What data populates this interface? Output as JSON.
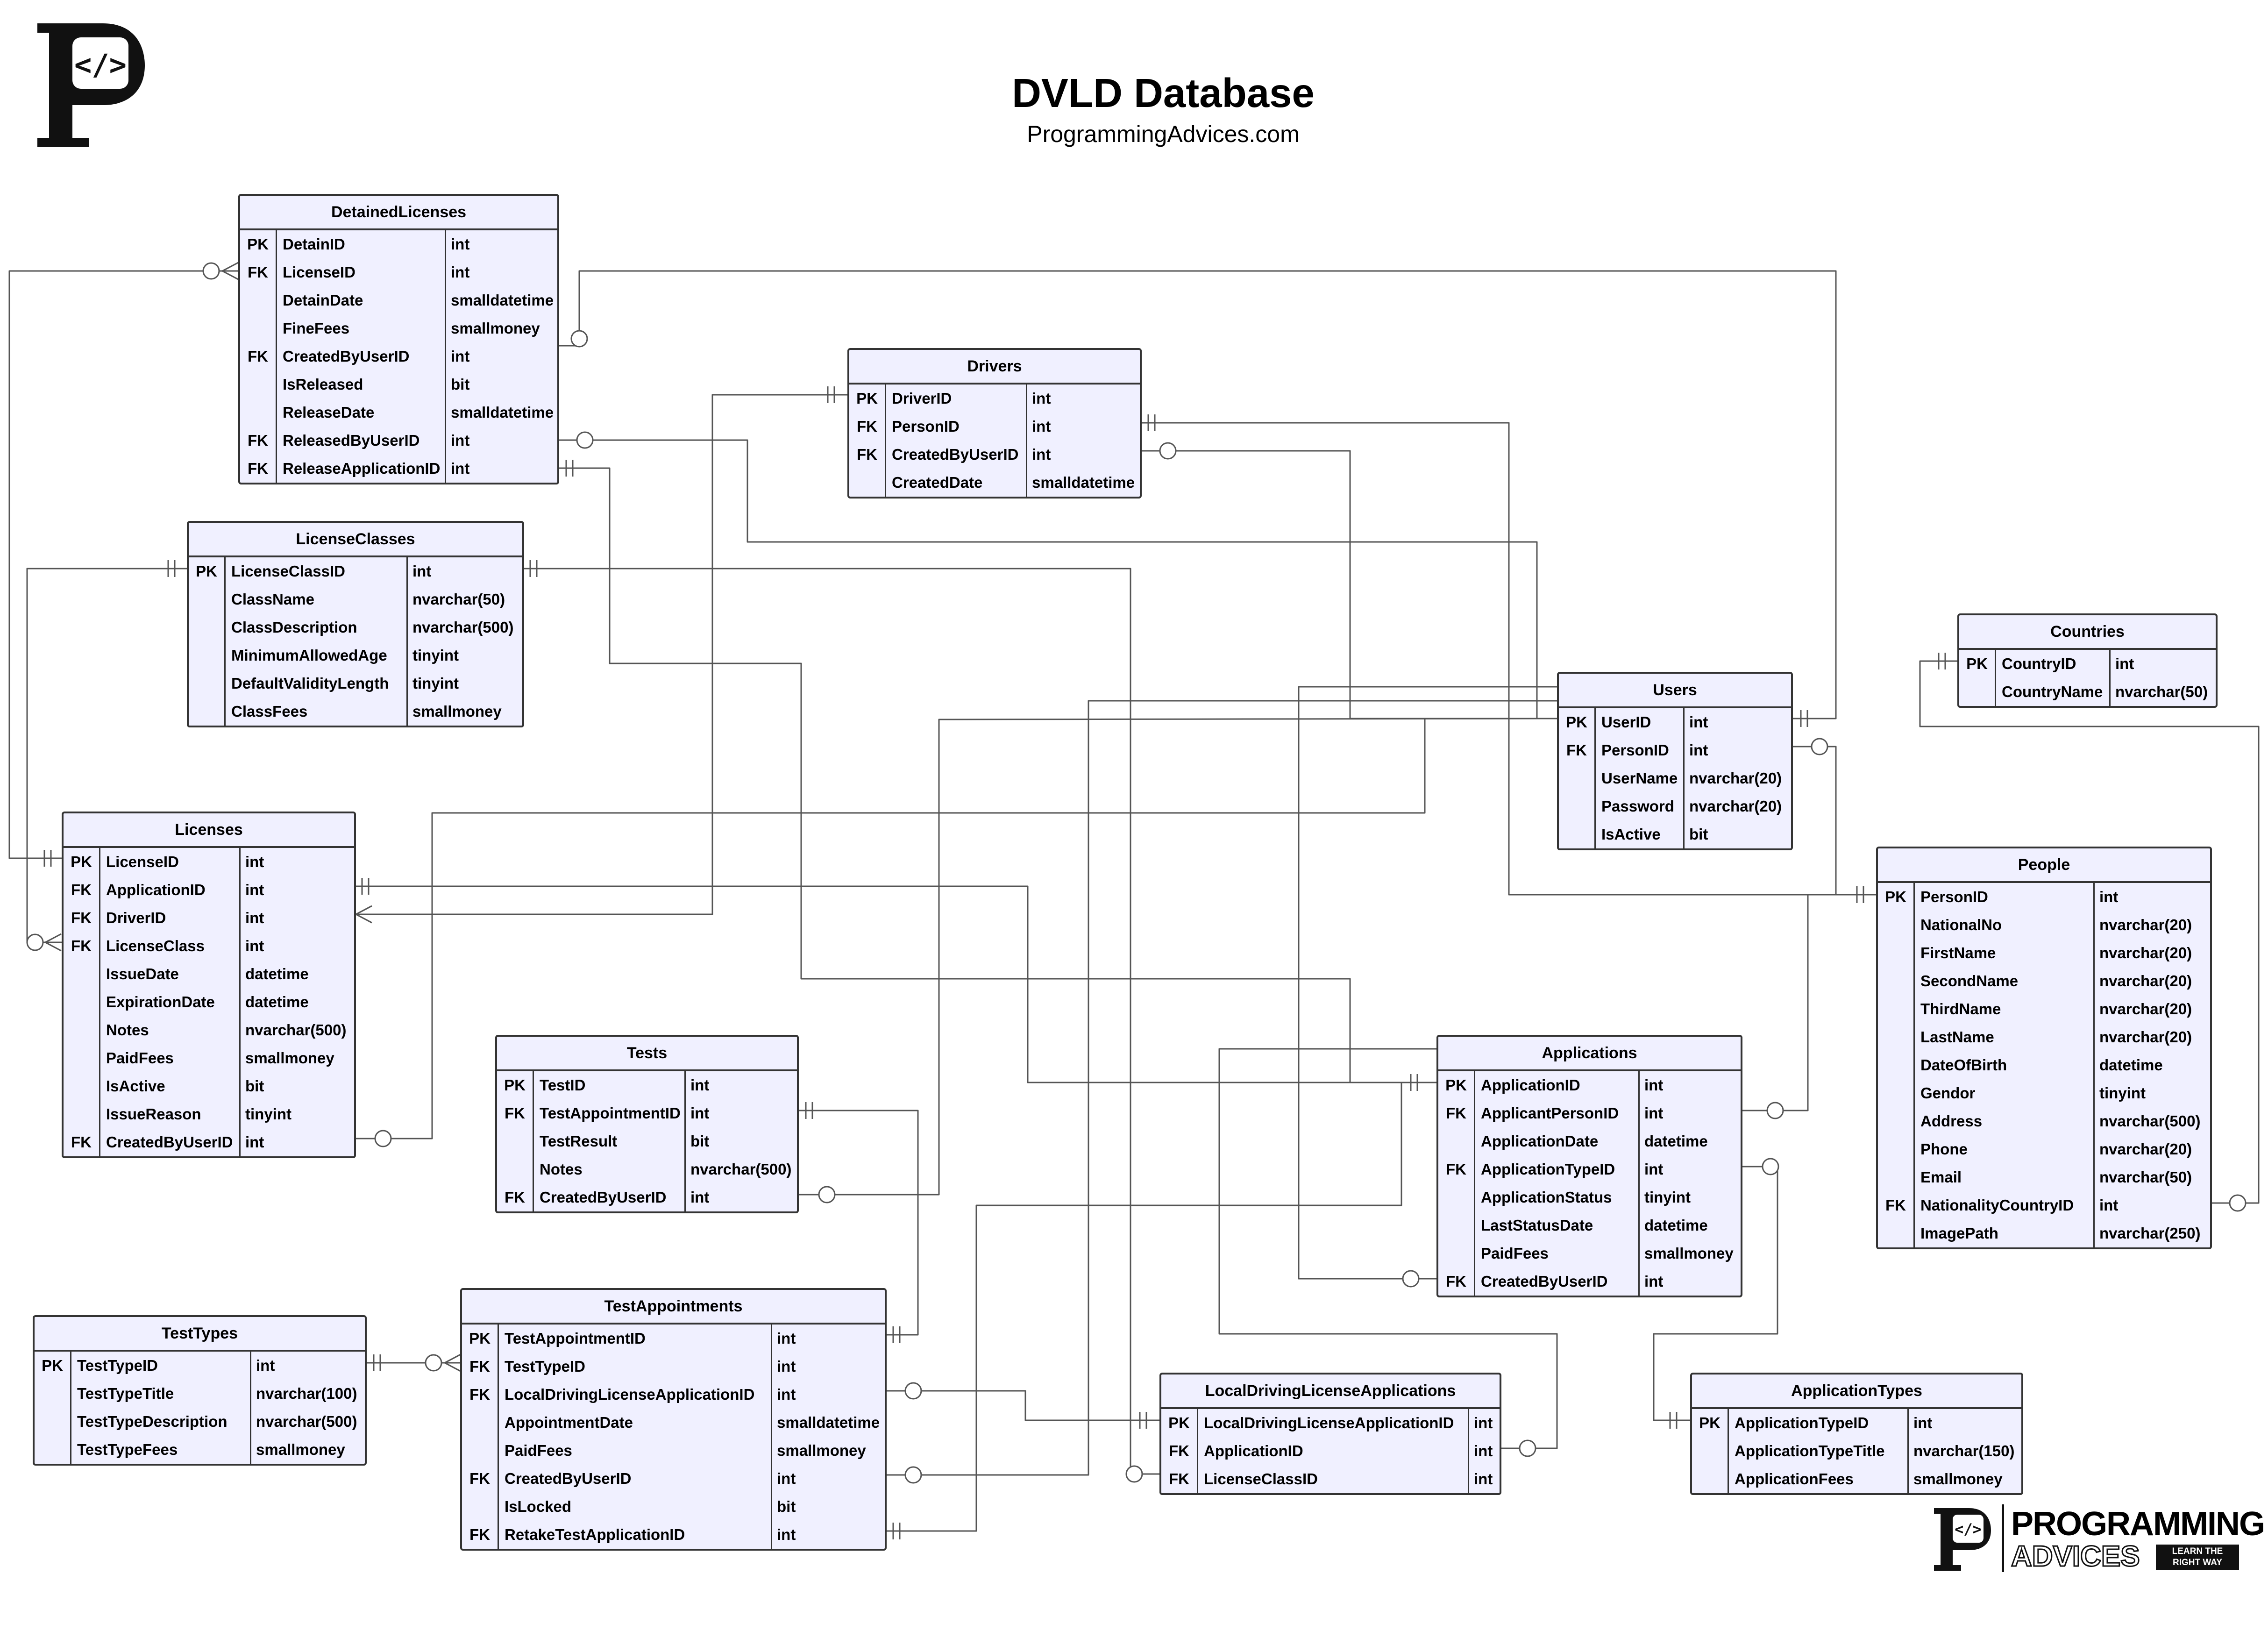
{
  "header": {
    "title": "DVLD Database",
    "subtitle": "ProgrammingAdvices.com"
  },
  "logos": {
    "top_glyph": "P",
    "bottom_brand_line1": "PROGRAMMING",
    "bottom_brand_line2": "ADVICES",
    "bottom_tagline": "LEARN THE RIGHT WAY"
  },
  "colors": {
    "entity_fill": "#f0f0ff",
    "border": "#333333",
    "line": "#555555"
  },
  "entities": {
    "detainedlicenses": {
      "title": "DetainedLicenses",
      "rows": [
        {
          "key": "PK",
          "name": "DetainID",
          "type": "int"
        },
        {
          "key": "FK",
          "name": "LicenseID",
          "type": "int"
        },
        {
          "key": "",
          "name": "DetainDate",
          "type": "smalldatetime"
        },
        {
          "key": "",
          "name": "FineFees",
          "type": "smallmoney"
        },
        {
          "key": "FK",
          "name": "CreatedByUserID",
          "type": "int"
        },
        {
          "key": "",
          "name": "IsReleased",
          "type": "bit"
        },
        {
          "key": "",
          "name": "ReleaseDate",
          "type": "smalldatetime"
        },
        {
          "key": "FK",
          "name": "ReleasedByUserID",
          "type": "int"
        },
        {
          "key": "FK",
          "name": "ReleaseApplicationID",
          "type": "int"
        }
      ]
    },
    "drivers": {
      "title": "Drivers",
      "rows": [
        {
          "key": "PK",
          "name": "DriverID",
          "type": "int"
        },
        {
          "key": "FK",
          "name": "PersonID",
          "type": "int"
        },
        {
          "key": "FK",
          "name": "CreatedByUserID",
          "type": "int"
        },
        {
          "key": "",
          "name": "CreatedDate",
          "type": "smalldatetime"
        }
      ]
    },
    "licenseclasses": {
      "title": "LicenseClasses",
      "rows": [
        {
          "key": "PK",
          "name": "LicenseClassID",
          "type": "int"
        },
        {
          "key": "",
          "name": "ClassName",
          "type": "nvarchar(50)"
        },
        {
          "key": "",
          "name": "ClassDescription",
          "type": "nvarchar(500)"
        },
        {
          "key": "",
          "name": "MinimumAllowedAge",
          "type": "tinyint"
        },
        {
          "key": "",
          "name": "DefaultValidityLength",
          "type": "tinyint"
        },
        {
          "key": "",
          "name": "ClassFees",
          "type": "smallmoney"
        }
      ]
    },
    "users": {
      "title": "Users",
      "rows": [
        {
          "key": "PK",
          "name": "UserID",
          "type": "int"
        },
        {
          "key": "FK",
          "name": "PersonID",
          "type": "int"
        },
        {
          "key": "",
          "name": "UserName",
          "type": "nvarchar(20)"
        },
        {
          "key": "",
          "name": "Password",
          "type": "nvarchar(20)"
        },
        {
          "key": "",
          "name": "IsActive",
          "type": "bit"
        }
      ]
    },
    "countries": {
      "title": "Countries",
      "rows": [
        {
          "key": "PK",
          "name": "CountryID",
          "type": "int"
        },
        {
          "key": "",
          "name": "CountryName",
          "type": "nvarchar(50)"
        }
      ]
    },
    "licenses": {
      "title": "Licenses",
      "rows": [
        {
          "key": "PK",
          "name": "LicenseID",
          "type": "int"
        },
        {
          "key": "FK",
          "name": "ApplicationID",
          "type": "int"
        },
        {
          "key": "FK",
          "name": "DriverID",
          "type": "int"
        },
        {
          "key": "FK",
          "name": "LicenseClass",
          "type": "int"
        },
        {
          "key": "",
          "name": "IssueDate",
          "type": "datetime"
        },
        {
          "key": "",
          "name": "ExpirationDate",
          "type": "datetime"
        },
        {
          "key": "",
          "name": "Notes",
          "type": "nvarchar(500)"
        },
        {
          "key": "",
          "name": "PaidFees",
          "type": "smallmoney"
        },
        {
          "key": "",
          "name": "IsActive",
          "type": "bit"
        },
        {
          "key": "",
          "name": "IssueReason",
          "type": "tinyint"
        },
        {
          "key": "FK",
          "name": "CreatedByUserID",
          "type": "int"
        }
      ]
    },
    "people": {
      "title": "People",
      "rows": [
        {
          "key": "PK",
          "name": "PersonID",
          "type": "int"
        },
        {
          "key": "",
          "name": "NationalNo",
          "type": "nvarchar(20)"
        },
        {
          "key": "",
          "name": "FirstName",
          "type": "nvarchar(20)"
        },
        {
          "key": "",
          "name": "SecondName",
          "type": "nvarchar(20)"
        },
        {
          "key": "",
          "name": "ThirdName",
          "type": "nvarchar(20)"
        },
        {
          "key": "",
          "name": "LastName",
          "type": "nvarchar(20)"
        },
        {
          "key": "",
          "name": "DateOfBirth",
          "type": "datetime"
        },
        {
          "key": "",
          "name": "Gendor",
          "type": "tinyint"
        },
        {
          "key": "",
          "name": "Address",
          "type": "nvarchar(500)"
        },
        {
          "key": "",
          "name": "Phone",
          "type": "nvarchar(20)"
        },
        {
          "key": "",
          "name": "Email",
          "type": "nvarchar(50)"
        },
        {
          "key": "FK",
          "name": "NationalityCountryID",
          "type": "int"
        },
        {
          "key": "",
          "name": "ImagePath",
          "type": "nvarchar(250)"
        }
      ]
    },
    "tests": {
      "title": "Tests",
      "rows": [
        {
          "key": "PK",
          "name": "TestID",
          "type": "int"
        },
        {
          "key": "FK",
          "name": "TestAppointmentID",
          "type": "int"
        },
        {
          "key": "",
          "name": "TestResult",
          "type": "bit"
        },
        {
          "key": "",
          "name": "Notes",
          "type": "nvarchar(500)"
        },
        {
          "key": "FK",
          "name": "CreatedByUserID",
          "type": "int"
        }
      ]
    },
    "applications": {
      "title": "Applications",
      "rows": [
        {
          "key": "PK",
          "name": "ApplicationID",
          "type": "int"
        },
        {
          "key": "FK",
          "name": "ApplicantPersonID",
          "type": "int"
        },
        {
          "key": "",
          "name": "ApplicationDate",
          "type": "datetime"
        },
        {
          "key": "FK",
          "name": "ApplicationTypeID",
          "type": "int"
        },
        {
          "key": "",
          "name": "ApplicationStatus",
          "type": "tinyint"
        },
        {
          "key": "",
          "name": "LastStatusDate",
          "type": "datetime"
        },
        {
          "key": "",
          "name": "PaidFees",
          "type": "smallmoney"
        },
        {
          "key": "FK",
          "name": "CreatedByUserID",
          "type": "int"
        }
      ]
    },
    "testtypes": {
      "title": "TestTypes",
      "rows": [
        {
          "key": "PK",
          "name": "TestTypeID",
          "type": "int"
        },
        {
          "key": "",
          "name": "TestTypeTitle",
          "type": "nvarchar(100)"
        },
        {
          "key": "",
          "name": "TestTypeDescription",
          "type": "nvarchar(500)"
        },
        {
          "key": "",
          "name": "TestTypeFees",
          "type": "smallmoney"
        }
      ]
    },
    "testappointments": {
      "title": "TestAppointments",
      "rows": [
        {
          "key": "PK",
          "name": "TestAppointmentID",
          "type": "int"
        },
        {
          "key": "FK",
          "name": "TestTypeID",
          "type": "int"
        },
        {
          "key": "FK",
          "name": "LocalDrivingLicenseApplicationID",
          "type": "int"
        },
        {
          "key": "",
          "name": "AppointmentDate",
          "type": "smalldatetime"
        },
        {
          "key": "",
          "name": "PaidFees",
          "type": "smallmoney"
        },
        {
          "key": "FK",
          "name": "CreatedByUserID",
          "type": "int"
        },
        {
          "key": "",
          "name": "IsLocked",
          "type": "bit"
        },
        {
          "key": "FK",
          "name": "RetakeTestApplicationID",
          "type": "int"
        }
      ]
    },
    "localdrivinglicenseapplications": {
      "title": "LocalDrivingLicenseApplications",
      "rows": [
        {
          "key": "PK",
          "name": "LocalDrivingLicenseApplicationID",
          "type": "int"
        },
        {
          "key": "FK",
          "name": "ApplicationID",
          "type": "int"
        },
        {
          "key": "FK",
          "name": "LicenseClassID",
          "type": "int"
        }
      ]
    },
    "applicationtypes": {
      "title": "ApplicationTypes",
      "rows": [
        {
          "key": "PK",
          "name": "ApplicationTypeID",
          "type": "int"
        },
        {
          "key": "",
          "name": "ApplicationTypeTitle",
          "type": "nvarchar(150)"
        },
        {
          "key": "",
          "name": "ApplicationFees",
          "type": "smallmoney"
        }
      ]
    }
  }
}
